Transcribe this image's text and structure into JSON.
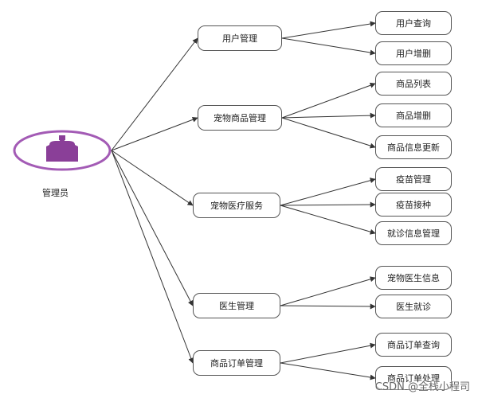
{
  "actor": {
    "label": "管理员",
    "icon": "user-icon",
    "colors": {
      "ring": "#a35bb5",
      "figure": "#8a3f98"
    }
  },
  "modules": [
    {
      "label": "用户管理",
      "children": [
        "用户查询",
        "用户增删"
      ]
    },
    {
      "label": "宠物商品管理",
      "children": [
        "商品列表",
        "商品增删",
        "商品信息更新"
      ]
    },
    {
      "label": "宠物医疗服务",
      "children": [
        "疫苗管理",
        "疫苗接种",
        "就诊信息管理"
      ]
    },
    {
      "label": "医生管理",
      "children": [
        "宠物医生信息",
        "医生就诊"
      ]
    },
    {
      "label": "商品订单管理",
      "children": [
        "商品订单查询",
        "商品订单处理"
      ]
    }
  ],
  "watermark": "CSDN @全栈小程司"
}
